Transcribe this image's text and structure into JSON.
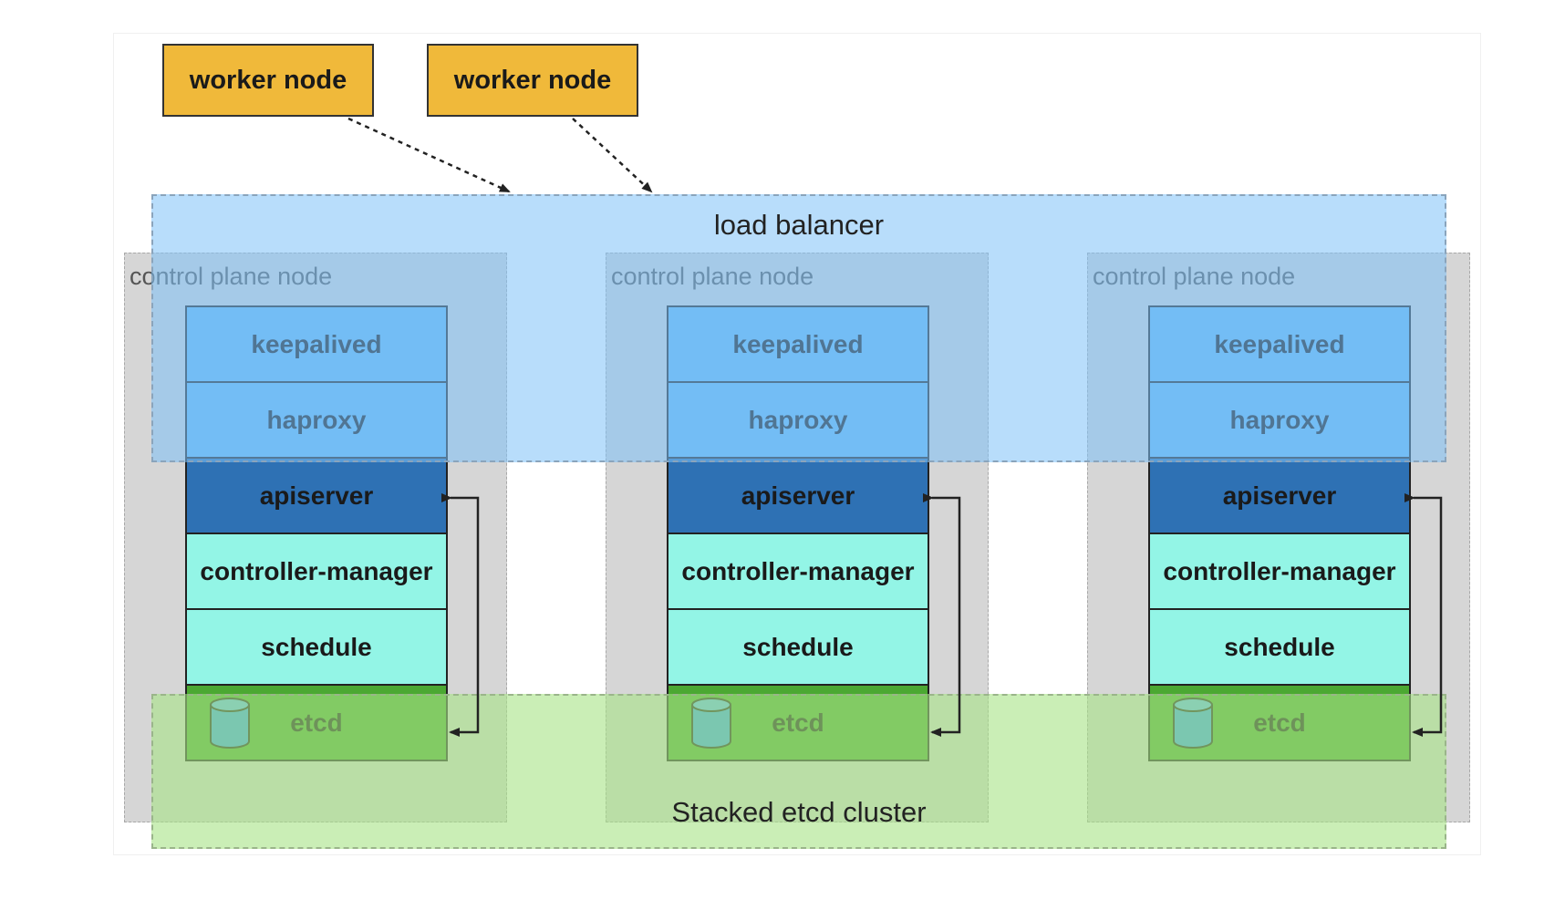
{
  "workers": [
    {
      "label": "worker node"
    },
    {
      "label": "worker node"
    }
  ],
  "load_balancer": {
    "label": "load balancer"
  },
  "etcd_cluster": {
    "label": "Stacked etcd cluster"
  },
  "control_plane_nodes": [
    {
      "label": "control plane node",
      "layers": [
        "keepalived",
        "haproxy",
        "apiserver",
        "controller-manager",
        "schedule",
        "etcd"
      ]
    },
    {
      "label": "control plane node",
      "layers": [
        "keepalived",
        "haproxy",
        "apiserver",
        "controller-manager",
        "schedule",
        "etcd"
      ]
    },
    {
      "label": "control plane node",
      "layers": [
        "keepalived",
        "haproxy",
        "apiserver",
        "controller-manager",
        "schedule",
        "etcd"
      ]
    }
  ],
  "colors": {
    "worker": "#f0b93a",
    "keepalived": "#66b8f2",
    "haproxy": "#66b8f2",
    "apiserver": "#2e71b4",
    "controller_manager": "#93f5e6",
    "schedule": "#93f5e6",
    "etcd": "#4ba832",
    "load_balancer": "#7ec1f7",
    "etcd_cluster": "#a6e386",
    "control_plane": "#d6d6d6",
    "database_icon": "#3b9df0"
  },
  "icons": [
    "database-icon"
  ]
}
